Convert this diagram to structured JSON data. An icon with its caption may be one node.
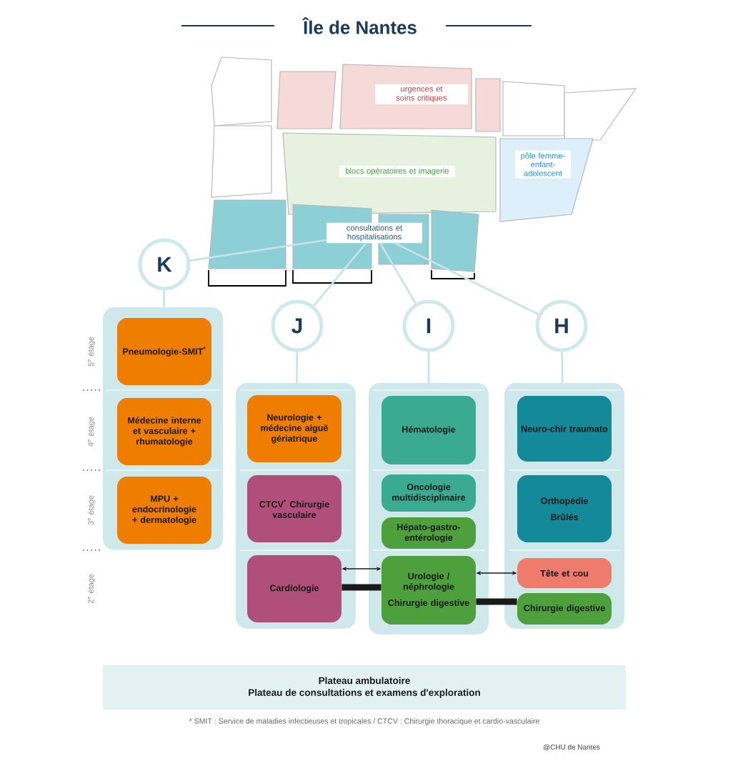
{
  "diagram": {
    "title": "Île de Nantes",
    "nodes": [
      {
        "text": [
          "urgences et soins critiques"
        ]
      },
      {
        "text": [
          "blocs opératoires et imagerie"
        ]
      },
      {
        "text": [
          "pôle femme-enfant-adolescent"
        ]
      },
      {
        "text": [
          "consultations et hospitalisations"
        ]
      },
      {
        "text": [
          "K"
        ]
      },
      {
        "text": [
          "J"
        ]
      },
      {
        "text": [
          "I"
        ]
      },
      {
        "text": [
          "H"
        ]
      },
      {
        "text": [],
        "shape": "box"
      },
      {
        "text": [],
        "shape": "box"
      },
      {
        "text": [],
        "shape": "box"
      },
      {
        "text": [],
        "shape": "box"
      },
      {
        "text": [
          "Pneumologie-SMIT$^{*}$"
        ],
        "in": 8
      },
      {
        "text": [
          "Médecine interne et vasculaire + rhumatologie"
        ],
        "in": 8
      },
      {
        "text": [
          "MPU + endocrinologie + dermatologie"
        ],
        "in": 8
      },
      {
        "text": [
          "Neurologie + médecine aiguë gériatrique"
        ],
        "in": 9
      },
      {
        "text": [
          "CTCV$^{*}$ Chirurgie vasculaire"
        ],
        "in": 9
      },
      {
        "text": [
          "Cardiologie"
        ],
        "in": 9
      },
      {
        "text": [
          "Hématologie"
        ],
        "in": 10
      },
      {
        "text": [
          "Oncologie multidisciplinaire"
        ],
        "in": 10
      },
      {
        "text": [
          "Hépato-gastro-entérologie"
        ],
        "in": 10
      },
      {
        "text": [
          "Urologie / néphrologie",
          "Chirurgie digestive"
        ],
        "in": 10
      },
      {
        "text": [
          "Neuro-chir traumato"
        ],
        "in": 11
      },
      {
        "text": [
          "Orthopédie",
          "Brûlés"
        ],
        "in": 11
      },
      {
        "text": [
          "Tête et cou"
        ],
        "in": 11
      },
      {
        "text": [
          "Chirurgie digestive"
        ],
        "in": 11
      },
      {
        "text": [
          "Plateau ambulatoire",
          "Plateau de consultations et examens d'exploration"
        ]
      }
    ],
    "edges": [
      {
        "from": 4,
        "to": 3,
        "arrow": "none"
      },
      {
        "from": 5,
        "to": 3,
        "arrow": "none"
      },
      {
        "from": 6,
        "to": 3,
        "arrow": "none"
      },
      {
        "from": 7,
        "to": 3,
        "arrow": "none"
      },
      {
        "from": 4,
        "to": 8,
        "arrow": "none"
      },
      {
        "from": 5,
        "to": 9,
        "arrow": "none"
      },
      {
        "from": 6,
        "to": 10,
        "arrow": "none"
      },
      {
        "from": 7,
        "to": 11,
        "arrow": "none"
      },
      {
        "from": 17,
        "to": 21,
        "arrow": "both",
        "color": "#1a1a1a"
      },
      {
        "from": 17,
        "to": 21,
        "arrow": "none",
        "style": "thick",
        "color": "#1a1a1a"
      },
      {
        "from": 21,
        "to": 24,
        "arrow": "both",
        "color": "#1a1a1a"
      },
      {
        "from": 21,
        "to": 25,
        "arrow": "none",
        "style": "thick",
        "color": "#1a1a1a"
      }
    ],
    "labels": [
      "5$^{e}$ étage",
      "4$^{e}$ étage",
      "3$^{e}$ étage",
      "2$^{e}$ étage",
      "* SMIT : Service de maladies infectieuses et tropicales / CTCV : Chirurgie thoracique et cardio-vasculaire",
      "@CHU de Nantes"
    ]
  }
}
